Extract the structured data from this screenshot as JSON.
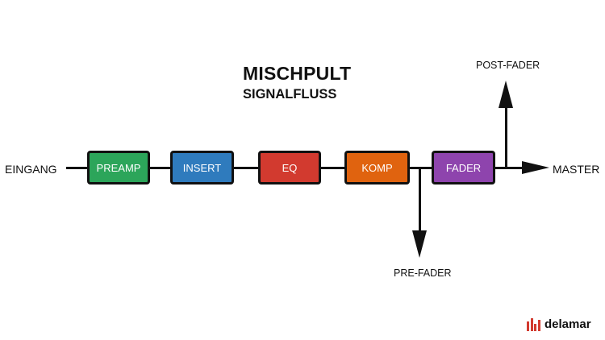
{
  "title": "MISCHPULT",
  "subtitle": "SIGNALFLUSS",
  "input_label": "EINGANG",
  "output_label": "MASTER",
  "pre_fader_label": "PRE-FADER",
  "post_fader_label": "POST-FADER",
  "stages": [
    {
      "label": "PREAMP",
      "color": "#2ca55a"
    },
    {
      "label": "INSERT",
      "color": "#2f7bbd"
    },
    {
      "label": "EQ",
      "color": "#d23a2f"
    },
    {
      "label": "KOMP",
      "color": "#e0630f"
    },
    {
      "label": "FADER",
      "color": "#8e44ad"
    }
  ],
  "brand": {
    "name": "delamar",
    "color": "#d23a2f"
  }
}
